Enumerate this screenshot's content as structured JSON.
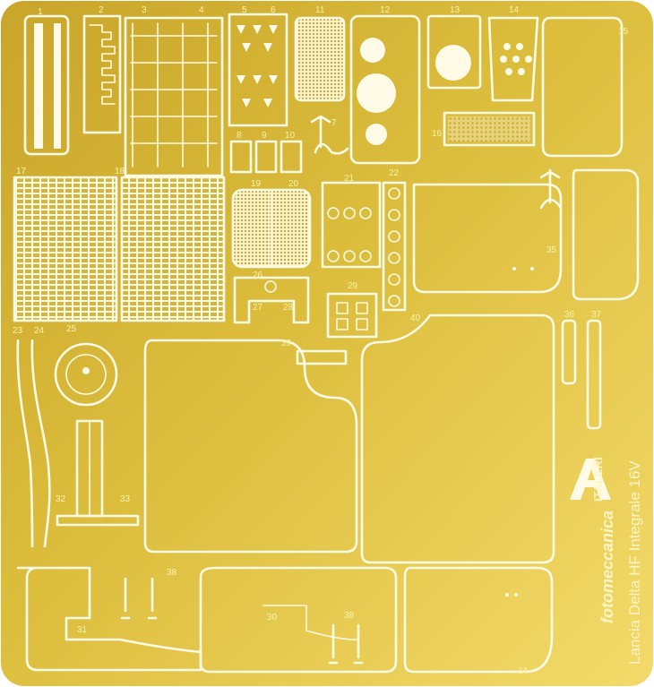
{
  "colors": {
    "brass_light": "#f3da6a",
    "brass_mid": "#dcbd3c",
    "brass_dark": "#c9a52a",
    "etch_white": "#fffbe6",
    "number_color": "#fff3a8"
  },
  "part_numbers": {
    "n1": "1",
    "n2": "2",
    "n3": "3",
    "n4": "4",
    "n5": "5",
    "n6": "6",
    "n7": "7",
    "n8": "8",
    "n9": "9",
    "n10": "10",
    "n11": "11",
    "n12": "12",
    "n13": "13",
    "n14": "14",
    "n15": "15",
    "n16": "16",
    "n17": "17",
    "n18": "18",
    "n19": "19",
    "n20": "20",
    "n21": "21",
    "n22": "22",
    "n23": "23",
    "n24": "24",
    "n25": "25",
    "n26": "26",
    "n27": "27",
    "n28": "28",
    "n29": "29",
    "n30": "30",
    "n31": "31",
    "n32": "32",
    "n33": "33",
    "n34": "34",
    "n35": "35",
    "n36": "36",
    "n37": "37",
    "n38": "38",
    "n39": "39",
    "n40": "40"
  },
  "branding": {
    "product_line": "fotomeccanica",
    "model_name": "Lancia Delta HF Integrale 16V",
    "logo_text": "ITALERI"
  }
}
